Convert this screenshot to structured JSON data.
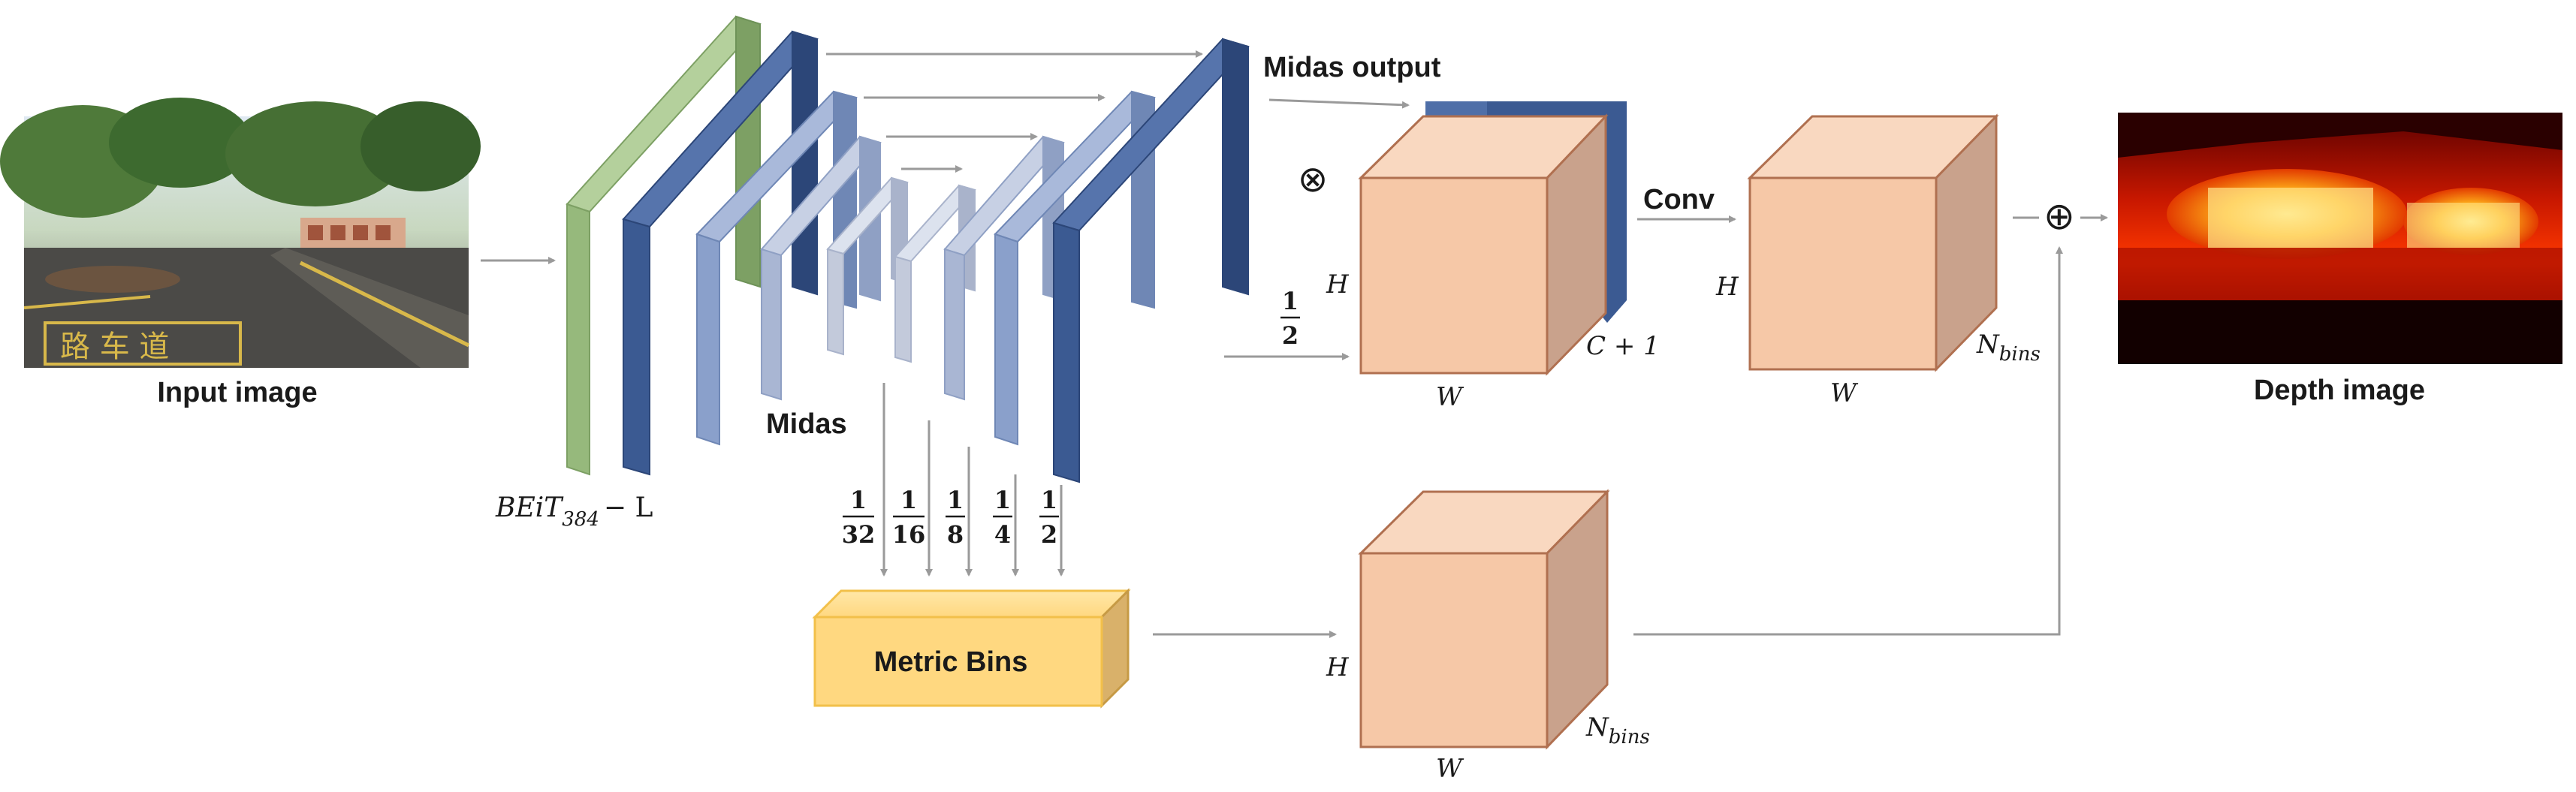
{
  "input": {
    "label": "Input image"
  },
  "output": {
    "label": "Depth image"
  },
  "encoder": {
    "label_main": "BEiT",
    "label_sub": "384",
    "label_suffix": "− L"
  },
  "decoder": {
    "label": "Midas"
  },
  "midas_output": {
    "label": "Midas output"
  },
  "metric_bins": {
    "label": "Metric Bins"
  },
  "conv": {
    "label": "Conv"
  },
  "operators": {
    "multiply": "⊗",
    "add": "⊕"
  },
  "scales": [
    {
      "num": "1",
      "den": "32"
    },
    {
      "num": "1",
      "den": "16"
    },
    {
      "num": "1",
      "den": "8"
    },
    {
      "num": "1",
      "den": "4"
    },
    {
      "num": "1",
      "den": "2"
    }
  ],
  "half": {
    "num": "1",
    "den": "2"
  },
  "dims": {
    "H": "H",
    "W": "W",
    "c_plus_one": "C + 1",
    "n_main": "N",
    "n_sub": "bins"
  },
  "colors": {
    "encoder_green": "#96b97c",
    "decoder_dark": "#3b5a92",
    "decoder_mid": "#7d95c3",
    "decoder_light": "#b8c3d9",
    "cube_front": "#f6c8a7",
    "cube_side": "#c9a28c",
    "bins_yellow": "#ffd880",
    "arrow": "#9a9a9a"
  }
}
